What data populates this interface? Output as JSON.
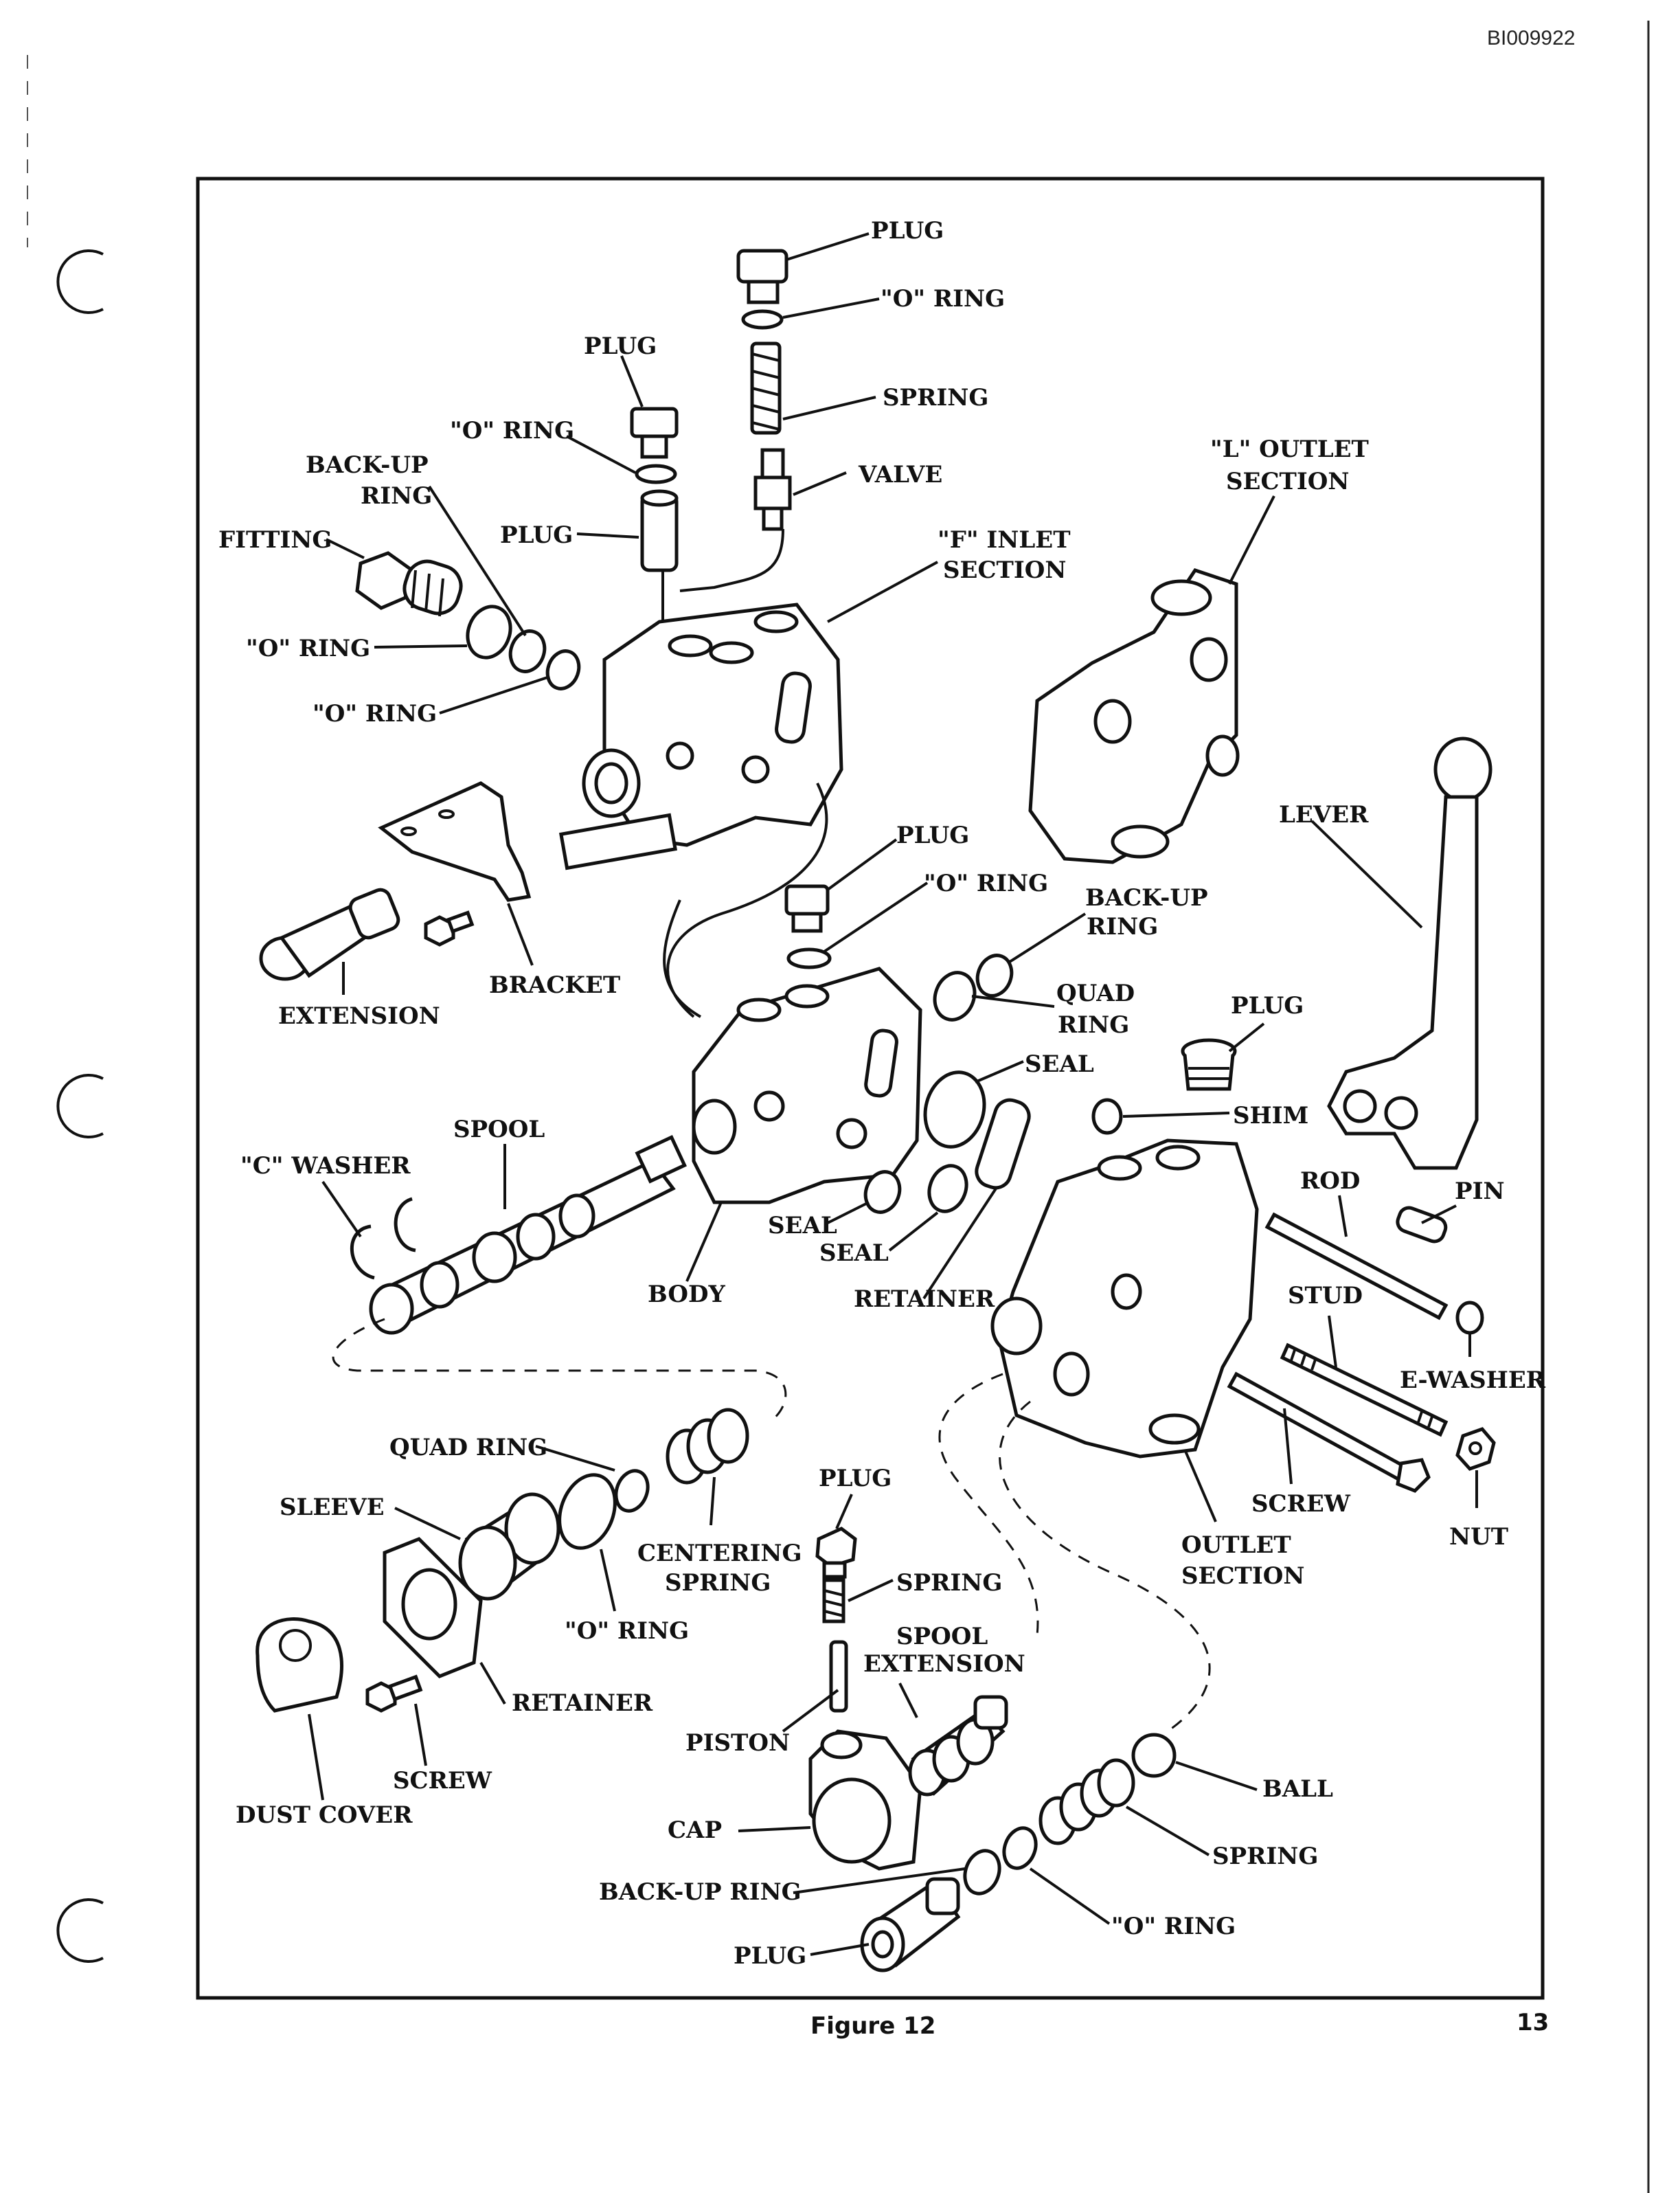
{
  "doc_id": "BI009922",
  "caption": "Figure 12",
  "page_number": "13",
  "labels": {
    "plug_top": "PLUG",
    "oring_top": "\"O\" RING",
    "spring_top": "SPRING",
    "valve": "VALVE",
    "plug_left": "PLUG",
    "oring_left": "\"O\" RING",
    "backup_ring_l1": "BACK-UP",
    "backup_ring_l2": "RING",
    "fitting": "FITTING",
    "plug_mid": "PLUG",
    "f_inlet_l1": "\"F\" INLET",
    "f_inlet_l2": "SECTION",
    "l_outlet_l1": "\"L\" OUTLET",
    "l_outlet_l2": "SECTION",
    "oring_a": "\"O\" RING",
    "oring_b": "\"O\" RING",
    "lever": "LEVER",
    "plug_body": "PLUG",
    "oring_body": "\"O\" RING",
    "backup2_l1": "BACK-UP",
    "backup2_l2": "RING",
    "quad_l1": "QUAD",
    "quad_l2": "RING",
    "plug_right": "PLUG",
    "bracket": "BRACKET",
    "extension": "EXTENSION",
    "seal_top": "SEAL",
    "shim": "SHIM",
    "spool": "SPOOL",
    "c_washer": "\"C\" WASHER",
    "rod": "ROD",
    "pin": "PIN",
    "seal_a": "SEAL",
    "seal_b": "SEAL",
    "body": "BODY",
    "retainer_mid": "RETAINER",
    "stud": "STUD",
    "e_washer": "E-WASHER",
    "quad_ring": "QUAD RING",
    "sleeve": "SLEEVE",
    "plug_low": "PLUG",
    "centering_l1": "CENTERING",
    "centering_l2": "SPRING",
    "screw_right": "SCREW",
    "outlet_l1": "OUTLET",
    "outlet_l2": "SECTION",
    "nut": "NUT",
    "spring_low": "SPRING",
    "oring_low": "\"O\" RING",
    "spool_ext_l1": "SPOOL",
    "spool_ext_l2": "EXTENSION",
    "retainer_low": "RETAINER",
    "piston": "PISTON",
    "screw_low": "SCREW",
    "dust_cover": "DUST COVER",
    "ball": "BALL",
    "cap": "CAP",
    "spring_ball": "SPRING",
    "backup_low": "BACK-UP RING",
    "oring_bottom": "\"O\" RING",
    "plug_bottom": "PLUG"
  }
}
